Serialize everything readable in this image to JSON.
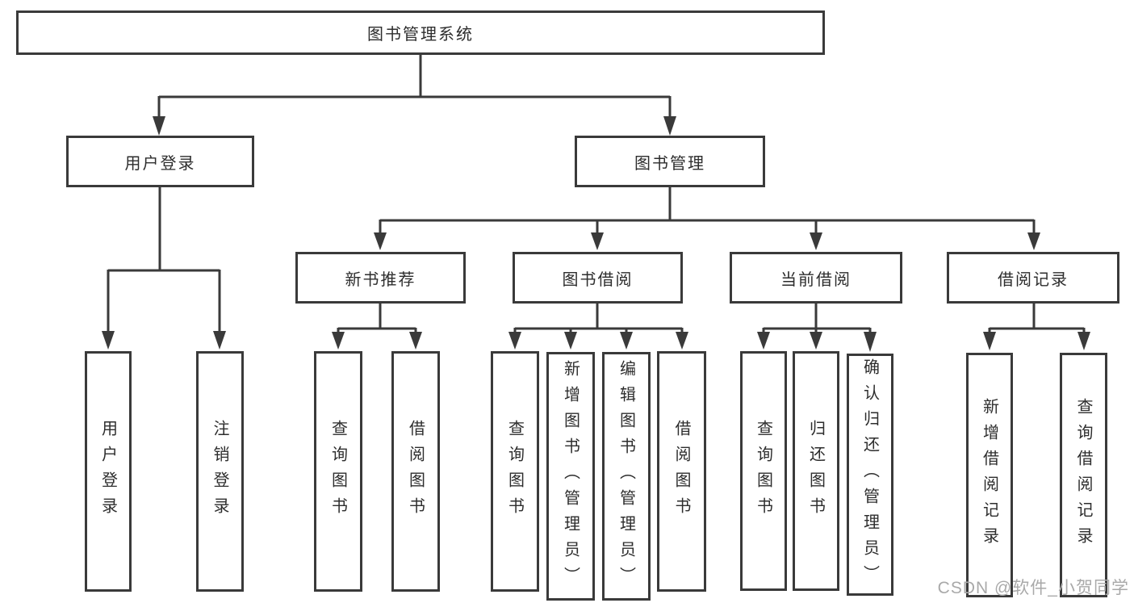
{
  "diagram": {
    "watermark": "CSDN @软件_小贺同学",
    "colors": {
      "line": "#3a3a3a",
      "text": "#2d2d2d",
      "background": "#ffffff",
      "watermark": "#a9a9a9"
    },
    "nodes": {
      "root": {
        "label": "图书管理系统"
      },
      "level2": [
        {
          "label": "用户登录"
        },
        {
          "label": "图书管理"
        }
      ],
      "level3": [
        {
          "label": "新书推荐",
          "parent": "图书管理"
        },
        {
          "label": "图书借阅",
          "parent": "图书管理"
        },
        {
          "label": "当前借阅",
          "parent": "图书管理"
        },
        {
          "label": "借阅记录",
          "parent": "图书管理"
        }
      ],
      "leaves": [
        {
          "label": "用户登录",
          "parent": "用户登录"
        },
        {
          "label": "注销登录",
          "parent": "用户登录"
        },
        {
          "label": "查询图书",
          "parent": "新书推荐"
        },
        {
          "label": "借阅图书",
          "parent": "新书推荐"
        },
        {
          "label": "查询图书",
          "parent": "图书借阅"
        },
        {
          "label": "新增图书（管理员）",
          "parent": "图书借阅"
        },
        {
          "label": "编辑图书（管理员）",
          "parent": "图书借阅"
        },
        {
          "label": "借阅图书",
          "parent": "图书借阅"
        },
        {
          "label": "查询图书",
          "parent": "当前借阅"
        },
        {
          "label": "归还图书",
          "parent": "当前借阅"
        },
        {
          "label": "确认归还（管理员）",
          "parent": "当前借阅"
        },
        {
          "label": "新增借阅记录",
          "parent": "借阅记录"
        },
        {
          "label": "查询借阅记录",
          "parent": "借阅记录"
        }
      ]
    }
  }
}
